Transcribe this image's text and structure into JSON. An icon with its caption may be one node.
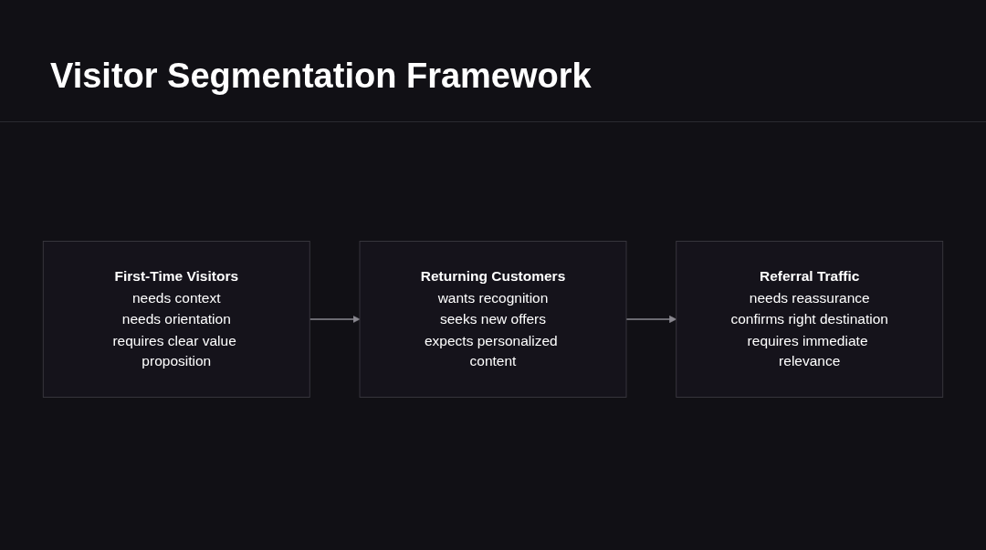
{
  "diagram": {
    "title": "Visitor Segmentation Framework",
    "nodes": [
      {
        "text": [
          "First-Time Visitors",
          "needs context",
          "needs orientation",
          "requires clear value proposition"
        ]
      },
      {
        "text": [
          "Returning Customers",
          "wants recognition",
          "seeks new offers",
          "expects personalized content"
        ]
      },
      {
        "text": [
          "Referral Traffic",
          "needs reassurance",
          "confirms right destination",
          "requires immediate relevance"
        ]
      }
    ],
    "edges": [
      {
        "from": 0,
        "to": 1,
        "arrow": "to"
      },
      {
        "from": 1,
        "to": 2,
        "arrow": "to"
      }
    ]
  }
}
